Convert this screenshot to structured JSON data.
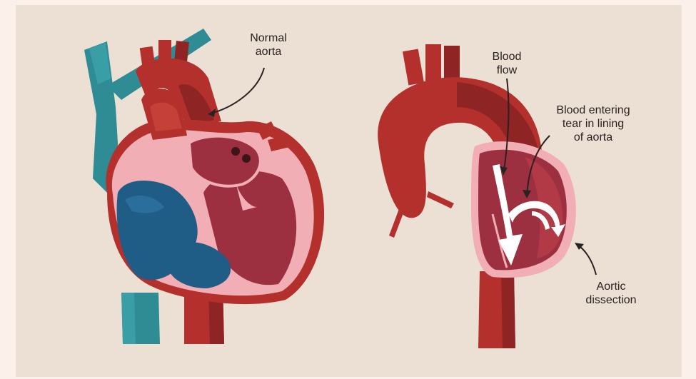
{
  "labels": {
    "normal_aorta": "Normal\naorta",
    "blood_flow": "Blood\nflow",
    "blood_entering_tear": "Blood entering\ntear in lining\nof aorta",
    "aortic_dissection": "Aortic\ndissection"
  },
  "colors": {
    "background": "#ece0d5",
    "frame": "#fbf1ea",
    "artery_red": "#b3302c",
    "artery_dark": "#8e2423",
    "vein_teal": "#2f8c95",
    "heart_interior": "#9c3041",
    "heart_lining": "#f1aeb5",
    "chamber_blue": "#1f5d86",
    "arrow": "#ffffff"
  }
}
